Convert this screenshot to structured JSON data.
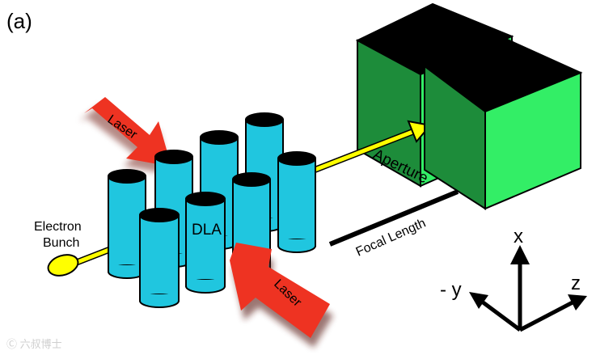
{
  "panel_label": "(a)",
  "labels": {
    "laser_top": "Laser",
    "laser_bottom": "Laser",
    "electron_bunch_line1": "Electron",
    "electron_bunch_line2": "Bunch",
    "dla": "DLA",
    "aperture": "Aperture",
    "focal_length": "Focal Length"
  },
  "axes": {
    "x": "x",
    "y": "- y",
    "z": "z"
  },
  "watermark": "Ⓒ 六叔博士",
  "colors": {
    "cylinder": "#20c6df",
    "cylinder_top": "#000000",
    "block_face": "#33ee66",
    "block_top": "#000000",
    "laser": "#ee3322",
    "beam": "#ffff00",
    "electron_bunch": "#ffff00"
  }
}
